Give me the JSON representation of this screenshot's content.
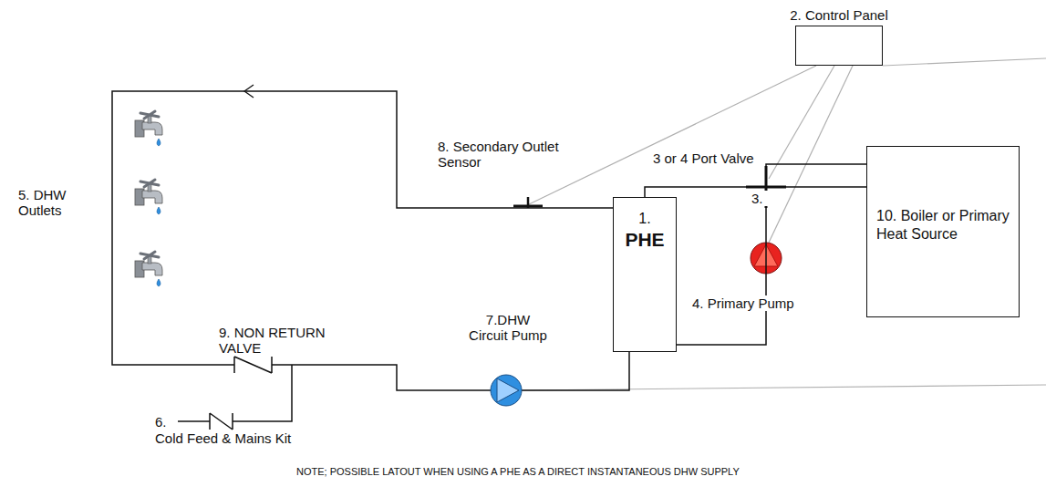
{
  "diagram": {
    "nodes": [
      {
        "text": [
          "2. Control Panel"
        ]
      },
      {
        "text": [
          "1.",
          "PHE"
        ]
      },
      {
        "text": [
          "10. Boiler or Primary Heat Source"
        ]
      }
    ],
    "edges": [
      {
        "from": 1,
        "to": 2,
        "arrow": "none"
      },
      {
        "from": 1,
        "to": 2,
        "arrow": "none"
      }
    ],
    "labels": [
      "3 or 4 Port Valve",
      "3.",
      "4. Primary Pump",
      "5. DHW Outlets",
      "6.",
      "Cold Feed & Mains Kit",
      "7.DHW Circuit Pump",
      "8. Secondary Outlet Sensor",
      "9. NON RETURN VALVE",
      "NOTE; POSSIBLE LATOUT WHEN USING A PHE AS A DIRECT INSTANTANEOUS DHW SUPPLY"
    ]
  }
}
